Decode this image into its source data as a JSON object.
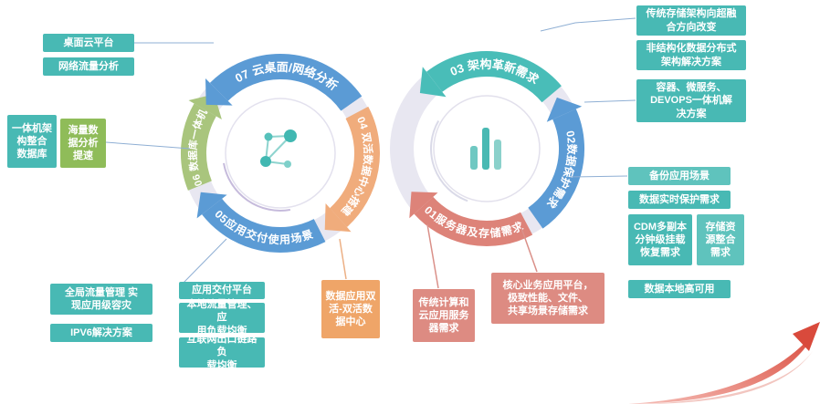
{
  "palette": {
    "blue": "#5B9BD5",
    "green_arc": "#A9C57D",
    "orange_arc": "#F0AC7C",
    "teal_arc": "#49BDB8",
    "salmon_arc": "#DD8379",
    "teal_box": "#48B9B4",
    "green_box": "#8FBC59",
    "orange_box": "#EFA568",
    "salmon_box": "#DD8B82",
    "swoosh_red": "#D94A3C"
  },
  "wheels": {
    "left": {
      "center_icon": "molecule-network-icon",
      "segments": [
        {
          "label": "07 云桌面/网络分析",
          "color": "#5B9BD5"
        },
        {
          "label": "04 双活数据中心搭建",
          "color": "#F0AC7C"
        },
        {
          "label": "05应用交付使用场景",
          "color": "#5B9BD5"
        },
        {
          "label": "06 数据库一体机",
          "color": "#A9C57D"
        }
      ]
    },
    "right": {
      "center_icon": "bar-chart-icon",
      "segments": [
        {
          "label": "03 架构革新需求",
          "color": "#49BDB8"
        },
        {
          "label": "02数据保护需求",
          "color": "#5B9BD5"
        },
        {
          "label": "01服务器及存储需求",
          "color": "#DD8379"
        }
      ]
    }
  },
  "callouts": {
    "desktop_cloud": "桌面云平台",
    "network_traffic": "网络流量分析",
    "appliance_arch": "一体机架\n构整合\n数据库",
    "mass_data": "海量数\n据分析\n提速",
    "global_traffic": "全局流量管理 实\n现应用级容灾",
    "ipv6": "IPV6解决方案",
    "app_delivery": "应用交付平台",
    "local_traffic": "本地流量管理、应\n用负载均衡",
    "internet_link": "互联网出口链路负\n载均衡",
    "dual_active": "数据应用双\n活-双活数\n据中心",
    "traditional_compute": "传统计算和\n云应用服务\n器需求",
    "core_business": "核心业务应用平台，\n极致性能、文件、\n共享场景存储需求",
    "storage_transform": "传统存储架构向超融\n合方向改变",
    "unstructured": "非结构化数据分布式\n架构解决方案",
    "container": "容器、微服务、\nDEVOPS一体机解\n决方案",
    "backup": "备份应用场景",
    "realtime_protect": "数据实时保护需求",
    "cdm": "CDM多副本\n分钟级挂载\n恢复需求",
    "storage_consolidation": "存储资\n源整合\n需求",
    "local_ha": "数据本地高可用"
  }
}
